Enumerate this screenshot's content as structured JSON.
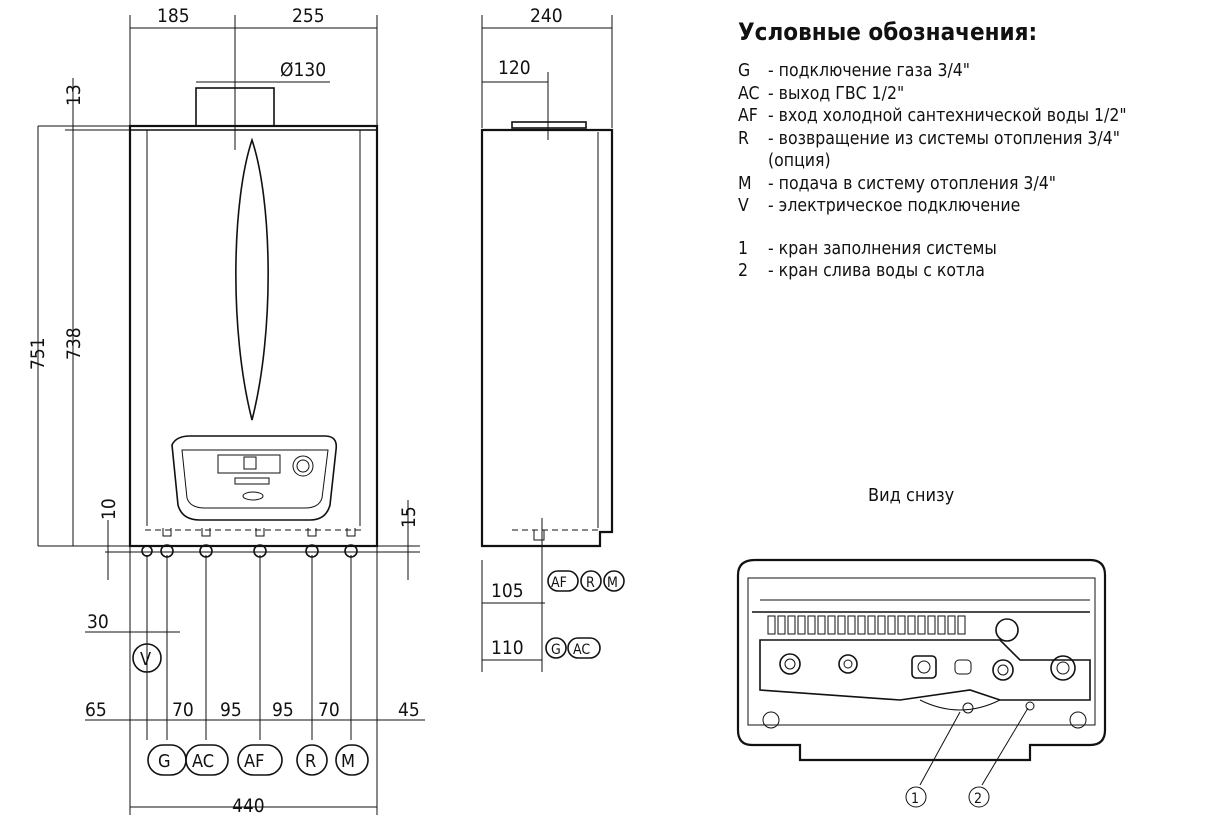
{
  "front_view": {
    "dims": {
      "top_left": "185",
      "top_right": "255",
      "flue": "Ø130",
      "height_total": "751",
      "height_body": "738",
      "top_offset": "13",
      "bottom_left": "10",
      "bottom_right": "15",
      "v_offset": "30",
      "spacing": [
        "65",
        "70",
        "95",
        "95",
        "70",
        "45"
      ],
      "width": "440"
    },
    "connections": [
      "G",
      "AC",
      "AF",
      "R",
      "M"
    ],
    "v_label": "V"
  },
  "side_view": {
    "dims": {
      "depth": "240",
      "flue_offset": "120",
      "d105": "105",
      "d110": "110"
    },
    "labels_105": [
      "AF",
      "R",
      "M"
    ],
    "labels_110": [
      "G",
      "AC"
    ]
  },
  "legend": {
    "title": "Условные обозначения:",
    "items": [
      {
        "code": "G",
        "text": "- подключение газа 3/4\""
      },
      {
        "code": "AC",
        "text": "- выход ГВС 1/2\""
      },
      {
        "code": "AF",
        "text": "- вход холодной сантехнической воды 1/2\""
      },
      {
        "code": "R",
        "text": "- возвращение из системы отопления 3/4\""
      },
      {
        "code": "",
        "text": "(опция)"
      },
      {
        "code": "M",
        "text": "- подача в систему отопления 3/4\""
      },
      {
        "code": "V",
        "text": "- электрическое подключение"
      }
    ],
    "numbered": [
      {
        "code": "1",
        "text": "- кран заполнения системы"
      },
      {
        "code": "2",
        "text": "- кран слива воды с котла"
      }
    ]
  },
  "bottom_view": {
    "title": "Вид снизу",
    "markers": [
      "1",
      "2"
    ]
  }
}
